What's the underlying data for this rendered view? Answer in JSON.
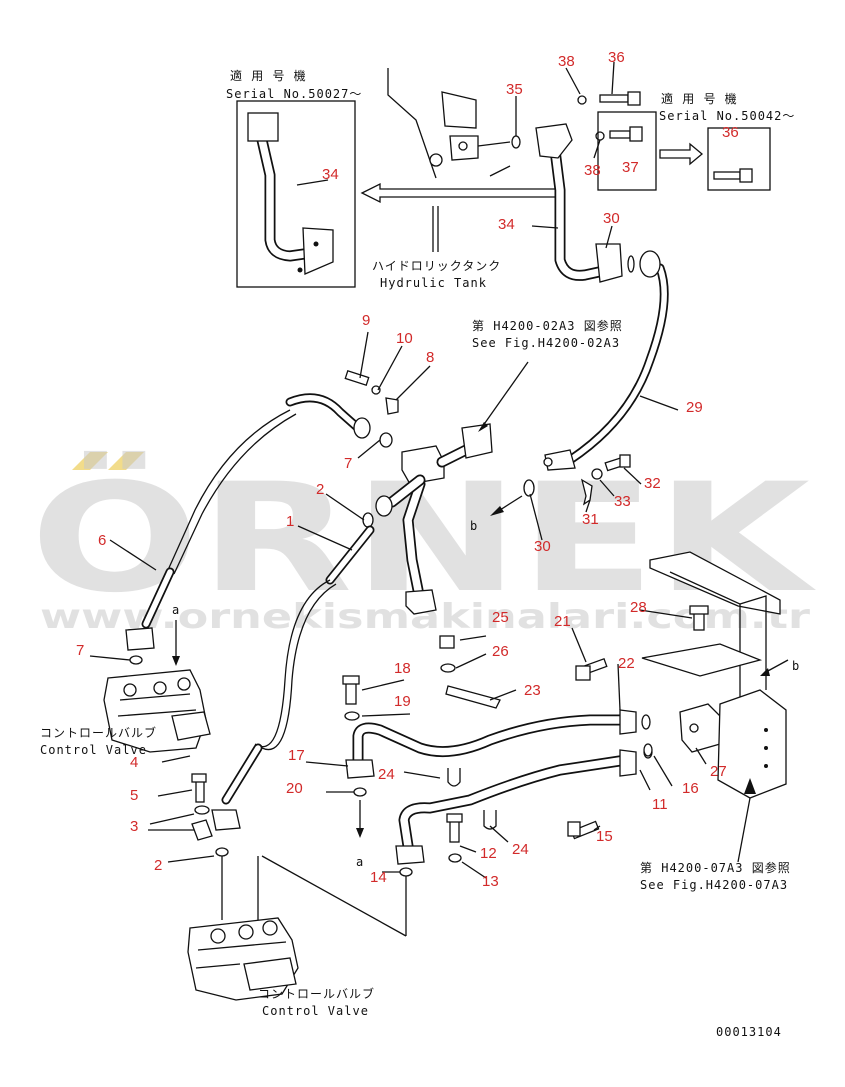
{
  "watermark": {
    "brand": "ÖRNEK",
    "url": "www.ornekismakinalari.com.tr",
    "accent_color": "#f2dc8a",
    "text_color": "#c9c9c9"
  },
  "callout_color": "#d22a2a",
  "notes": {
    "serial_left_jp": "適 用 号 機",
    "serial_left_en": "Serial No.50027～",
    "serial_right_jp": "適 用 号 機",
    "serial_right_en": "Serial No.50042～",
    "tank_jp": "ハイドロリックタンク",
    "tank_en": "Hydrulic Tank",
    "see_fig_top_jp": "第 H4200-02A3 図参照",
    "see_fig_top_en": "See Fig.H4200-02A3",
    "see_fig_bottom_jp": "第 H4200-07A3 図参照",
    "see_fig_bottom_en": "See Fig.H4200-07A3",
    "control_valve_1_jp": "コントロールバルブ",
    "control_valve_1_en": "Control Valve",
    "control_valve_2_jp": "コントロールバルブ",
    "control_valve_2_en": "Control Valve",
    "ref_a_top": "a",
    "ref_a_bottom": "a",
    "ref_b_left": "b",
    "ref_b_right": "b",
    "drawing_number": "00013104"
  },
  "callouts": {
    "n1": "1",
    "n2a": "2",
    "n2b": "2",
    "n3": "3",
    "n4": "4",
    "n5": "5",
    "n6": "6",
    "n7a": "7",
    "n7b": "7",
    "n8": "8",
    "n9": "9",
    "n10": "10",
    "n11": "11",
    "n12": "12",
    "n13": "13",
    "n14": "14",
    "n15": "15",
    "n16": "16",
    "n17": "17",
    "n18": "18",
    "n19": "19",
    "n20": "20",
    "n21": "21",
    "n22": "22",
    "n23": "23",
    "n24a": "24",
    "n24b": "24",
    "n25": "25",
    "n26": "26",
    "n27": "27",
    "n28": "28",
    "n29": "29",
    "n30a": "30",
    "n30b": "30",
    "n31": "31",
    "n32": "32",
    "n33": "33",
    "n34a": "34",
    "n34b": "34",
    "n35": "35",
    "n36a": "36",
    "n36b": "36",
    "n37": "37",
    "n38a": "38",
    "n38b": "38"
  }
}
